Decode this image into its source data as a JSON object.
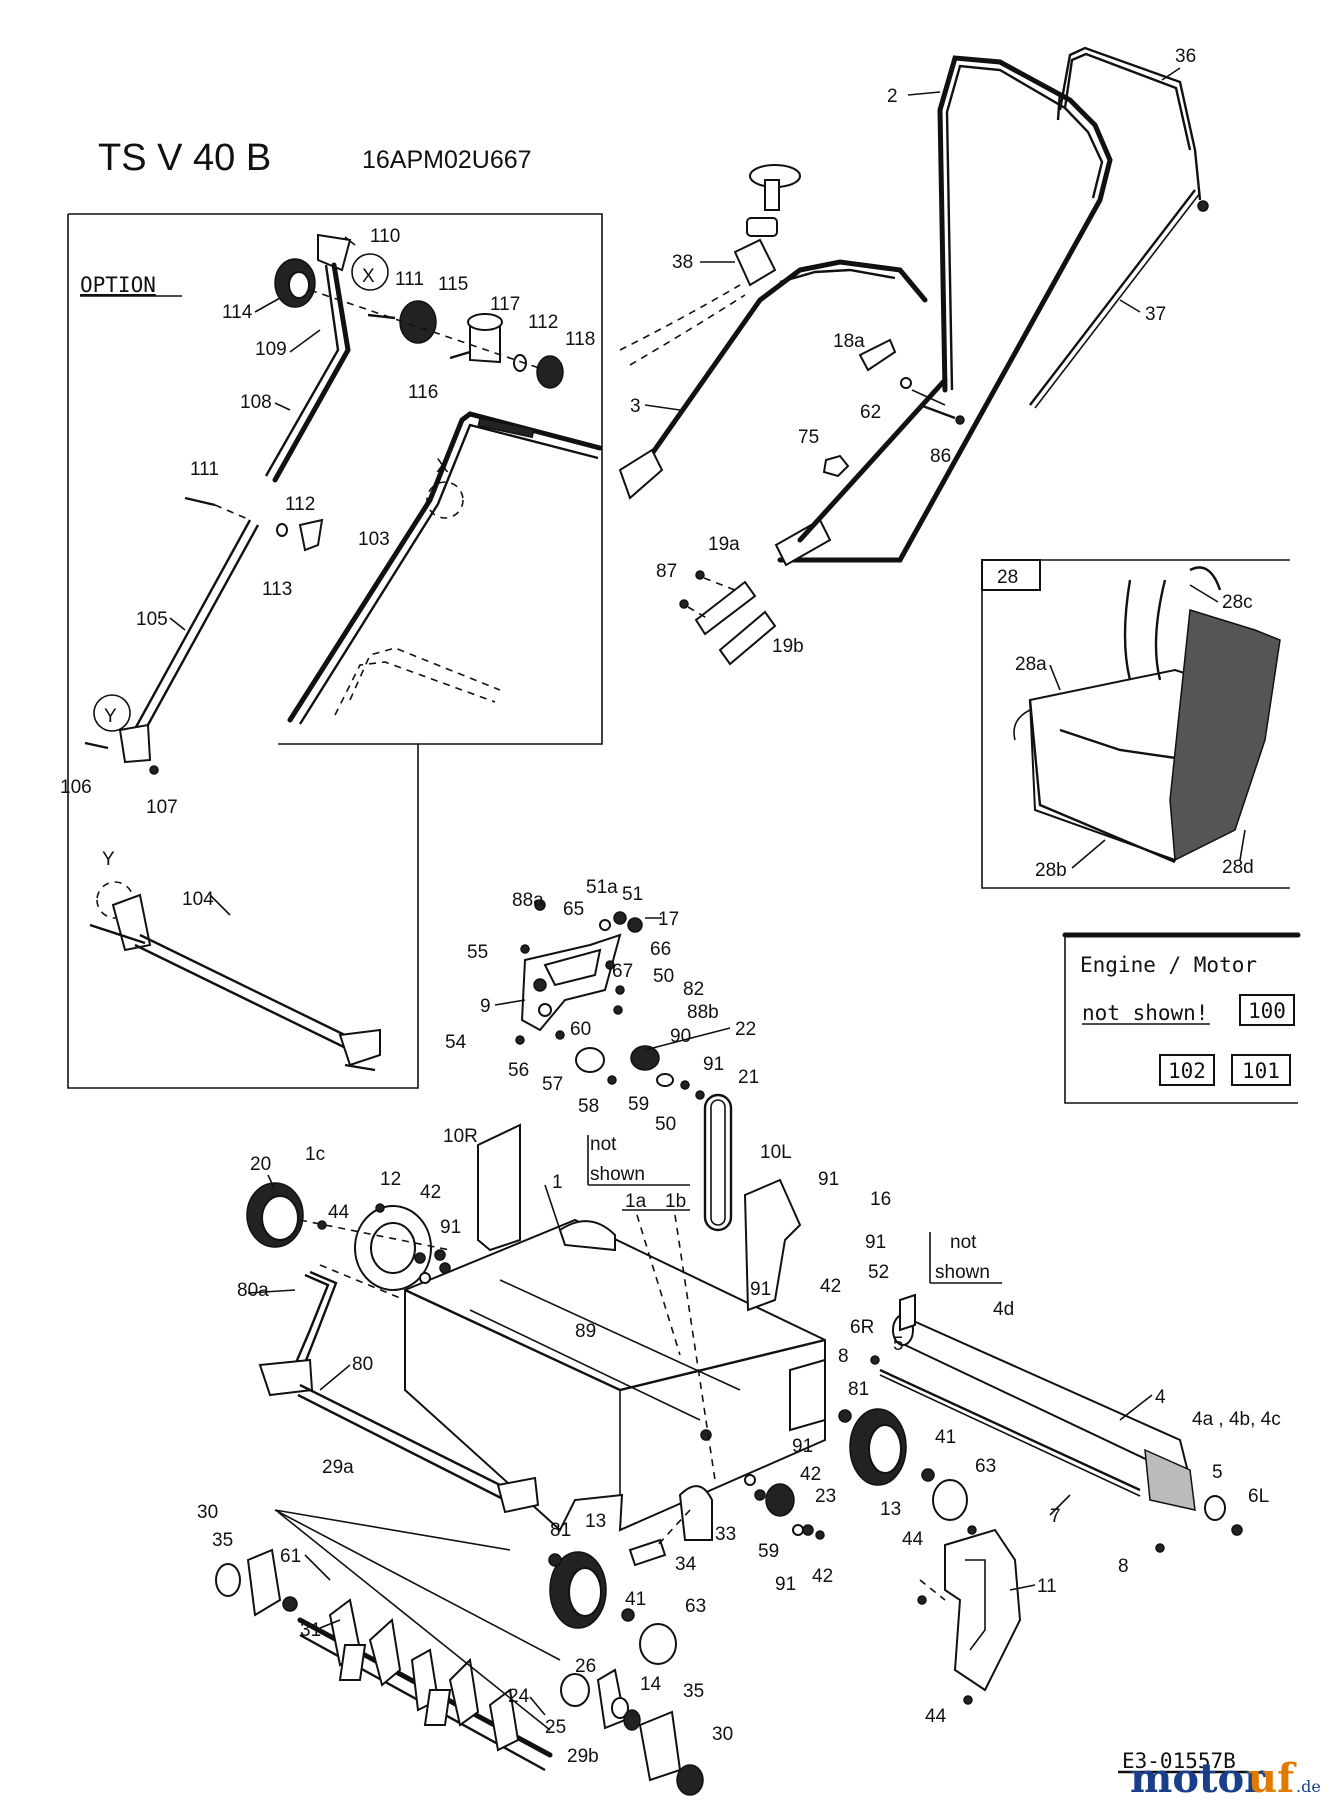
{
  "header": {
    "model": "TS V 40 B",
    "code": "16APM02U667"
  },
  "option_box": {
    "label": "OPTION",
    "detail_x": "X",
    "detail_y": "Y"
  },
  "grass_box": {
    "label": "28"
  },
  "engine_box": {
    "title": "Engine / Motor",
    "note": "not shown!",
    "codes": [
      "100",
      "102",
      "101"
    ]
  },
  "not_shown": {
    "line1": "not",
    "line2": "shown"
  },
  "drawing_code": "E3-01557B",
  "watermark": {
    "part1": "motor",
    "part2": "uf",
    "part3": ".de"
  },
  "callouts": {
    "p2": "2",
    "p36": "36",
    "p38": "38",
    "p37": "37",
    "p18a": "18a",
    "p62": "62",
    "p3": "3",
    "p75": "75",
    "p86": "86",
    "p19a": "19a",
    "p87": "87",
    "p19b": "19b",
    "p110": "110",
    "p111a": "111",
    "p115": "115",
    "p114": "114",
    "p117": "117",
    "p112a": "112",
    "p118": "118",
    "p109": "109",
    "p116": "116",
    "p108": "108",
    "p111b": "111",
    "p112b": "112",
    "p113": "113",
    "p103": "103",
    "pX": "X",
    "p105": "105",
    "p106": "106",
    "p107": "107",
    "p104": "104",
    "pY": "Y",
    "p28c": "28c",
    "p28a": "28a",
    "p28b": "28b",
    "p28d": "28d",
    "p88a": "88a",
    "p51a": "51a",
    "p51": "51",
    "p65": "65",
    "p17": "17",
    "p55": "55",
    "p66": "66",
    "p67": "67",
    "p50a": "50",
    "p9": "9",
    "p82": "82",
    "p88b": "88b",
    "p60": "60",
    "p22": "22",
    "p54": "54",
    "p90": "90",
    "p56": "56",
    "p91a": "91",
    "p57": "57",
    "p21": "21",
    "p59a": "59",
    "p58": "58",
    "p50b": "50",
    "p10R": "10R",
    "p20": "20",
    "p1c": "1c",
    "p12": "12",
    "p42a": "42",
    "p1": "1",
    "p1a": "1a",
    "p1b": "1b",
    "p10L": "10L",
    "p91b": "91",
    "p16": "16",
    "p44a": "44",
    "p91c": "91",
    "p80a": "80a",
    "p91d": "91",
    "p52": "52",
    "p91e": "91",
    "p42b": "42",
    "p6R": "6R",
    "p5a": "5",
    "p4d": "4d",
    "p89": "89",
    "p8a": "8",
    "p80": "80",
    "p81a": "81",
    "p4": "4",
    "p4abc": "4a , 4b, 4c",
    "p29a": "29a",
    "p91f": "91",
    "p42c": "42",
    "p41a": "41",
    "p63a": "63",
    "p30a": "30",
    "p35a": "35",
    "p23": "23",
    "p13a": "13",
    "p5b": "5",
    "p6L": "6L",
    "p61": "61",
    "p33": "33",
    "p7": "7",
    "p81b": "81",
    "p13b": "13",
    "p34": "34",
    "p59b": "59",
    "p8b": "8",
    "p91g": "91",
    "p42d": "42",
    "p44b": "44",
    "p11": "11",
    "p31": "31",
    "p41b": "41",
    "p63b": "63",
    "p26": "26",
    "p24": "24",
    "p14": "14",
    "p35b": "35",
    "p25": "25",
    "p29b": "29b",
    "p30b": "30",
    "p44c": "44"
  }
}
